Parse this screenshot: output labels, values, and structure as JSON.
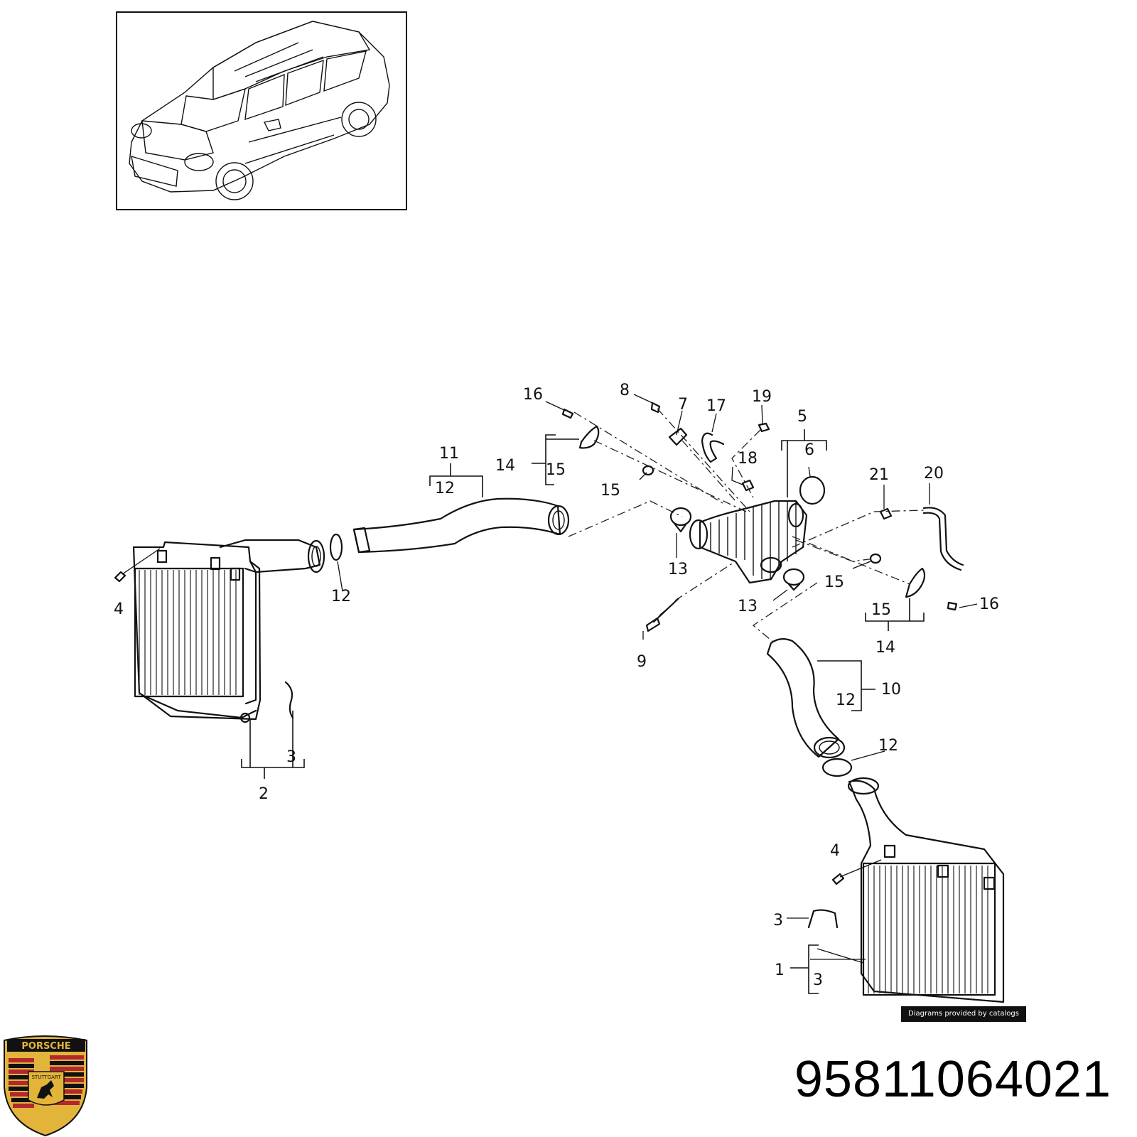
{
  "part_number": "95811064021",
  "watermark": "Diagrams provided by catalogs parts",
  "logo": {
    "text_top": "PORSCHE",
    "text_city": "STUTTGART",
    "colors": {
      "gold": "#e2b43a",
      "red": "#b3272d",
      "black": "#111111"
    }
  },
  "callouts": {
    "c16a": "16",
    "c8": "8",
    "c7": "7",
    "c17": "17",
    "c19": "19",
    "c5": "5",
    "c6": "6",
    "c18": "18",
    "c11": "11",
    "c12a": "12",
    "c14a": "14",
    "c15a": "15",
    "c15b": "15",
    "c21": "21",
    "c20": "20",
    "c4a": "4",
    "c12b": "12",
    "c13a": "13",
    "c15c": "15",
    "c16b": "16",
    "c13b": "13",
    "c15d": "15",
    "c14b": "14",
    "c9": "9",
    "c10": "10",
    "c12c": "12",
    "c12d": "12",
    "c3a": "3",
    "c2": "2",
    "c4b": "4",
    "c3b": "3",
    "c1": "1",
    "c3c": "3"
  }
}
